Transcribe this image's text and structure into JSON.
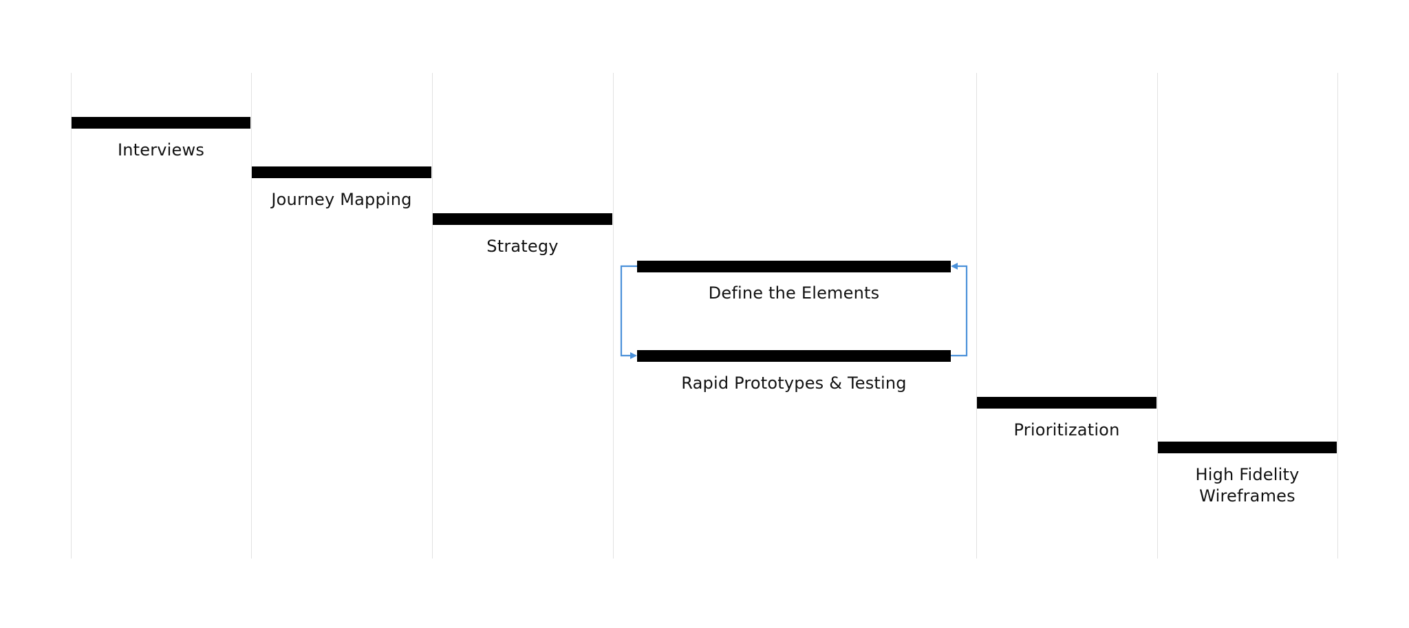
{
  "diagram": {
    "accent_color": "#4a90d9",
    "bar_color": "#000000",
    "gridline_color": "#e1e1e1",
    "steps": [
      {
        "id": "interviews",
        "label": "Interviews"
      },
      {
        "id": "journey-mapping",
        "label": "Journey Mapping"
      },
      {
        "id": "strategy",
        "label": "Strategy"
      },
      {
        "id": "define-elements",
        "label": "Define the Elements"
      },
      {
        "id": "rapid-prototypes",
        "label": "Rapid Prototypes & Testing"
      },
      {
        "id": "prioritization",
        "label": "Prioritization"
      },
      {
        "id": "high-fidelity",
        "label_lines": [
          "High Fidelity",
          "Wireframes"
        ]
      }
    ],
    "iteration_loop": {
      "from": "define-elements",
      "to": "rapid-prototypes",
      "bidirectional": true
    }
  }
}
